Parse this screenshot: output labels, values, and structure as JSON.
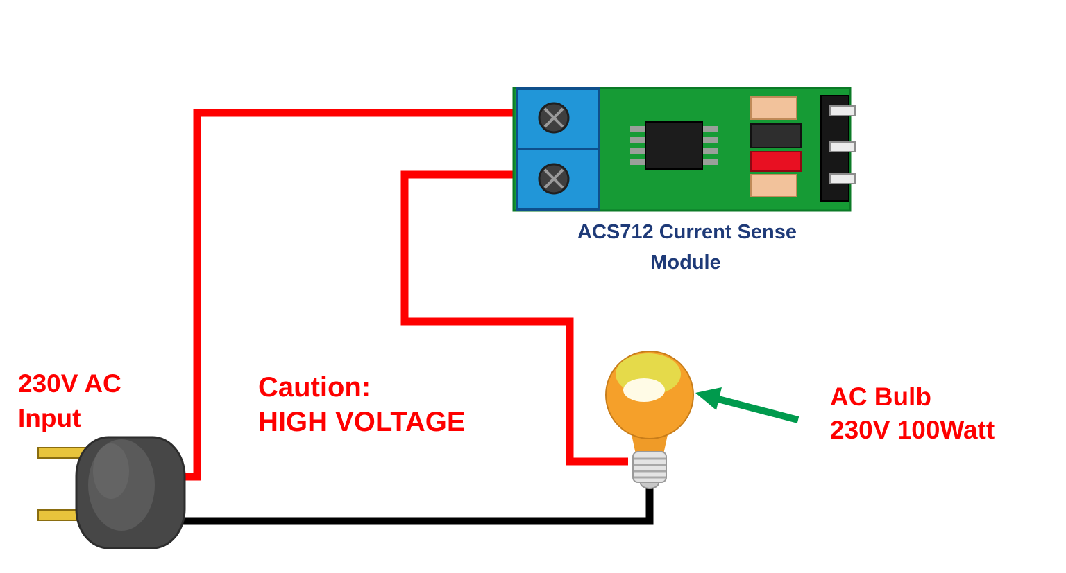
{
  "diagram": {
    "labels": {
      "input_line1": "230V AC",
      "input_line2": "Input",
      "caution_line1": "Caution:",
      "caution_line2": "HIGH VOLTAGE",
      "module_line1": "ACS712 Current Sense",
      "module_line2": "Module",
      "bulb_line1": "AC Bulb",
      "bulb_line2": "230V 100Watt"
    },
    "colors": {
      "live_wire": "#fe0000",
      "neutral_wire": "#000000",
      "warning_text": "#fe0000",
      "module_text": "#1e3a78",
      "pcb_green": "#169b35",
      "terminal_blue": "#2196d8",
      "arrow_green": "#009a4d",
      "prong_yellow": "#e8c43c",
      "bulb_glass": "#f5a02a",
      "ic_black": "#1c1c1c",
      "smd_tan": "#f2c29b",
      "smd_red": "#e81022"
    }
  }
}
